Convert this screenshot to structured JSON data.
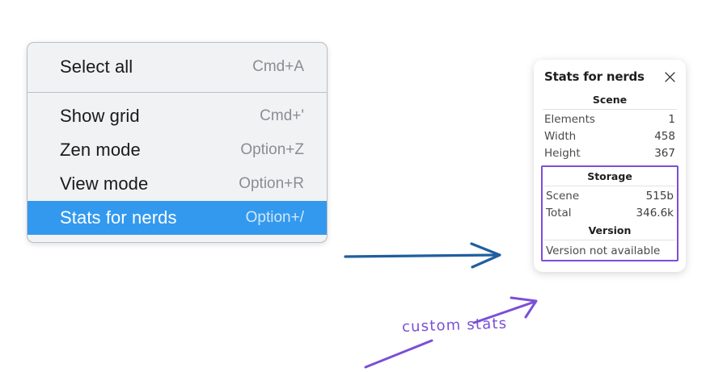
{
  "canvas": {
    "background": "#ffffff",
    "accent_blue": "#3399ee",
    "arrow_blue": "#1f5f9e",
    "annotation_purple": "#7a4fd6"
  },
  "context_menu": {
    "name": "context-menu",
    "groups": [
      {
        "items": [
          {
            "label": "Select all",
            "shortcut": "Cmd+A",
            "selected": false
          }
        ]
      },
      {
        "items": [
          {
            "label": "Show grid",
            "shortcut": "Cmd+'",
            "selected": false
          },
          {
            "label": "Zen mode",
            "shortcut": "Option+Z",
            "selected": false
          },
          {
            "label": "View mode",
            "shortcut": "Option+R",
            "selected": false
          },
          {
            "label": "Stats for nerds",
            "shortcut": "Option+/",
            "selected": true
          }
        ]
      }
    ]
  },
  "stats_panel": {
    "title": "Stats for nerds",
    "close_icon": "close-icon",
    "sections": [
      {
        "heading": "Scene",
        "rows": [
          {
            "key": "Elements",
            "value": "1"
          },
          {
            "key": "Width",
            "value": "458"
          },
          {
            "key": "Height",
            "value": "367"
          }
        ]
      },
      {
        "heading": "Storage",
        "rows": [
          {
            "key": "Scene",
            "value": "515b"
          },
          {
            "key": "Total",
            "value": "346.6k"
          }
        ]
      },
      {
        "heading": "Version",
        "note": "Version not available"
      }
    ]
  },
  "annotations": {
    "arrow_blue": "arrow-right-icon",
    "arrow_purple": "arrow-pointer-icon",
    "text": "custom stats"
  }
}
